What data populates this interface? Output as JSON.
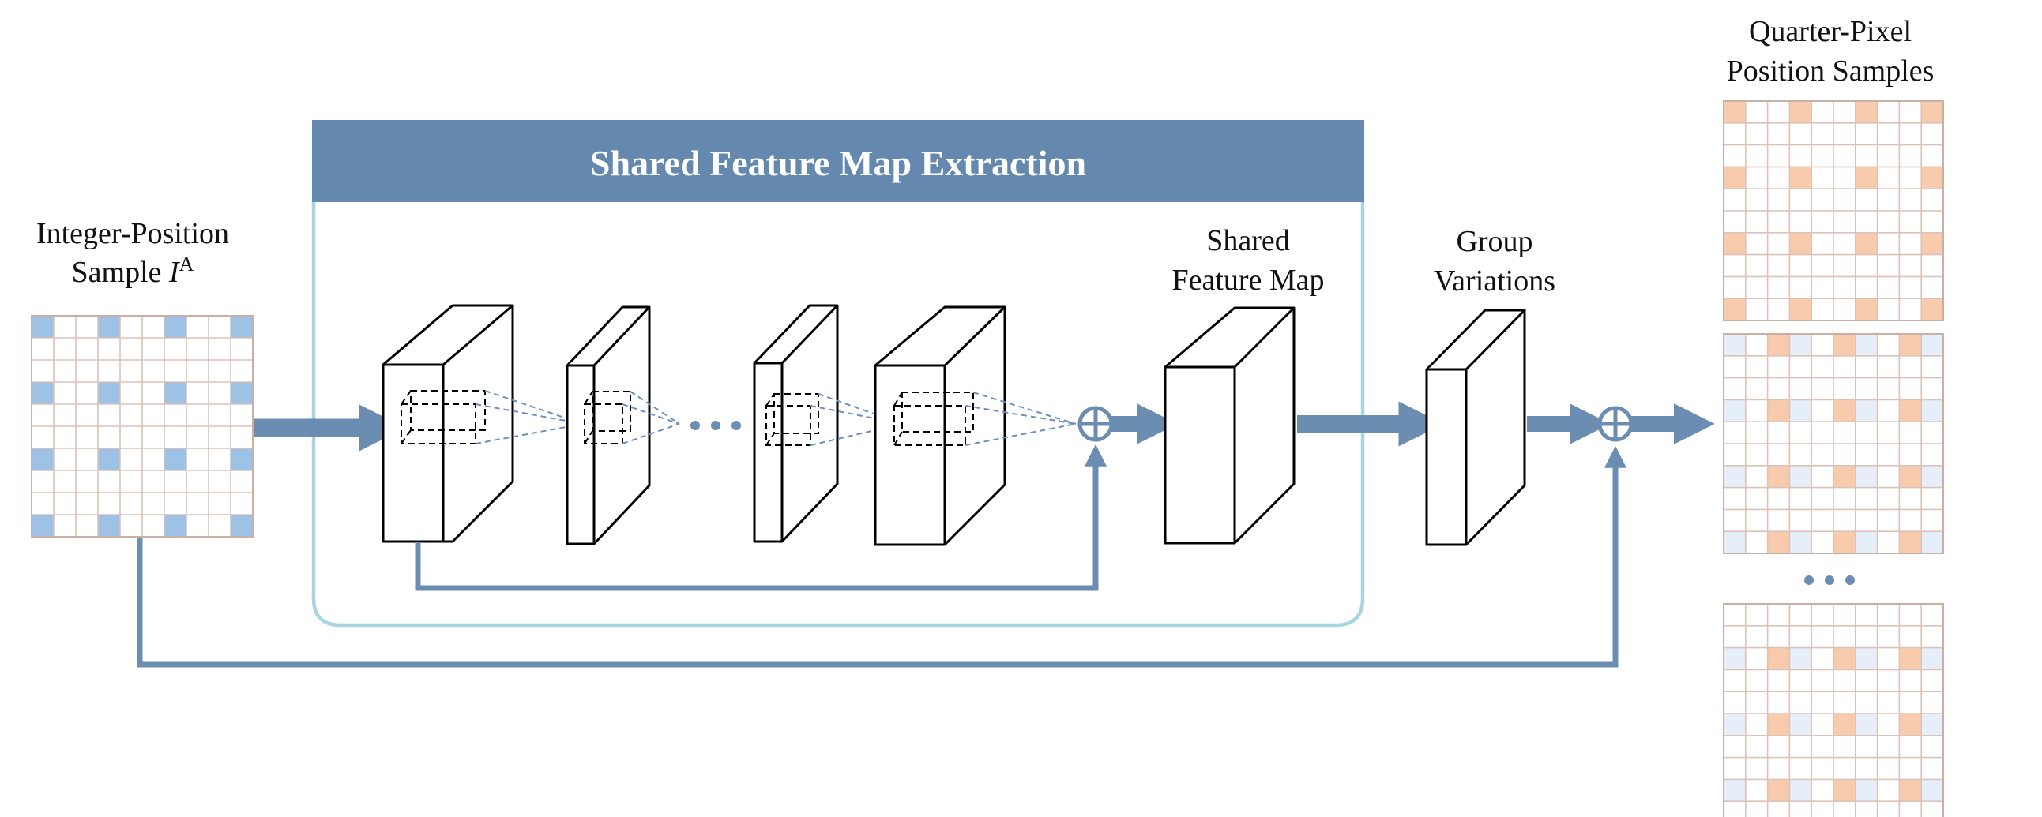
{
  "title": "Shared Feature Map Extraction",
  "labels": {
    "input_line1": "Integer-Position",
    "input_line2": "Sample ",
    "input_symbol": "I",
    "input_superscript": "A",
    "shared_line1": "Shared",
    "shared_line2": "Feature Map",
    "group_line1": "Group",
    "group_line2": "Variations",
    "output_line1": "Quarter-Pixel",
    "output_line2": "Position Samples"
  },
  "grid_size": 10,
  "colors": {
    "header": "#6589ae",
    "arrow": "#6a8db1",
    "frame_border": "#a9d4e1",
    "grid_line": "#dcc2b8",
    "integer_sample": "#9ec2e6",
    "quarter_sample": "#f8cbad",
    "faint_sample": "#e6eef9"
  },
  "input_grid": {
    "highlight_color": "integer_sample",
    "highlight_rows": [
      0,
      3,
      6,
      9
    ],
    "highlight_cols": [
      0,
      3,
      6,
      9
    ]
  },
  "output_grids": [
    {
      "highlight_rows": [
        0,
        3,
        6,
        9
      ],
      "highlight_cols": [
        0,
        3,
        6,
        9
      ],
      "faint": false
    },
    {
      "highlight_rows": [
        0,
        3,
        6,
        9
      ],
      "highlight_cols": [
        2,
        5,
        8
      ],
      "faint": true
    },
    {
      "highlight_rows": [
        2,
        5,
        8
      ],
      "highlight_cols": [
        2,
        5,
        8
      ],
      "faint": true
    }
  ]
}
